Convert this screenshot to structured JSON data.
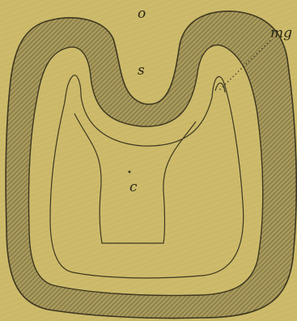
{
  "figure": {
    "labels": {
      "o": "o",
      "s": "s",
      "mg": "mg",
      "c": "c"
    }
  }
}
